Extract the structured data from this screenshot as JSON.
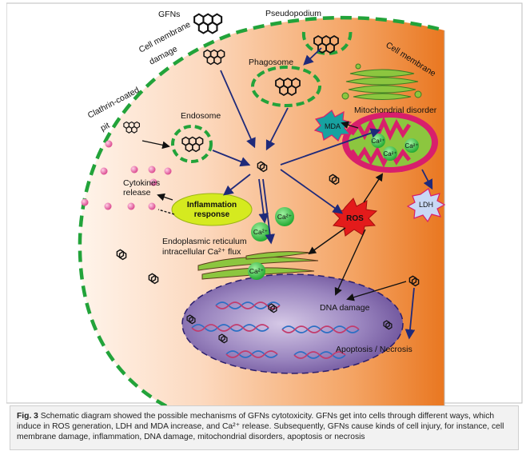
{
  "labels": {
    "gfns": "GFNs",
    "pseudopodium": "Pseudopodium",
    "cell_membrane_damage_1": "Cell membrane",
    "cell_membrane_damage_2": "damage",
    "cell_membrane": "Cell membrane",
    "phagosome": "Phagosome",
    "clathrin_1": "Clathrin-coated",
    "clathrin_2": "pit",
    "endosome": "Endosome",
    "mitochondrial_disorder": "Mitochondrial disorder",
    "mda": "MDA",
    "ca2": "Ca²⁺",
    "ldh": "LDH",
    "cytokines_1": "Cytokines",
    "cytokines_2": "release",
    "inflammation_1": "Inflammation",
    "inflammation_2": "response",
    "ros": "ROS",
    "er_1": "Endoplasmic reticulum",
    "er_2": "intracellular Ca²⁺ flux",
    "dna_damage": "DNA damage",
    "apoptosis": "Apoptosis / Necrosis"
  },
  "caption": {
    "fig_label": "Fig. 3",
    "text": "Schematic diagram showed the possible mechanisms of GFNs cytotoxicity. GFNs get into cells through different ways, which induce in ROS generation, LDH and MDA increase, and Ca²⁺ release. Subsequently, GFNs cause kinds of cell injury, for instance, cell membrane damage, inflammation, DNA damage, mitochondrial disorders, apoptosis or necrosis"
  },
  "colors": {
    "membrane_green": "#22a33a",
    "cytoplasm_light": "#fde7d6",
    "cytoplasm_dark": "#ee7f2c",
    "arrow_blue": "#1f2a7a",
    "mito_pink": "#d81f6c",
    "mito_green": "#8cc63f",
    "ros_red": "#e31b1b",
    "nucleus_purple": "#8a72b0",
    "cytokine_pink": "#e0559a",
    "ca_green": "#2fbf3b"
  }
}
